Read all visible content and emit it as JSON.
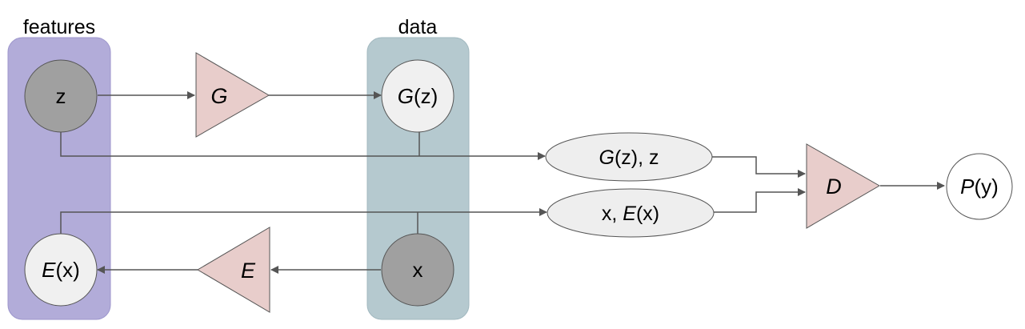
{
  "groups": {
    "features": {
      "label": "features",
      "fill": "#b2acd9",
      "stroke": "#9d96cc"
    },
    "data": {
      "label": "data",
      "fill": "#b5c9cf",
      "stroke": "#a1b8bf"
    }
  },
  "nodes": {
    "z": {
      "text": "z",
      "fill": "#a0a0a0"
    },
    "g_of_z": {
      "italic": "G",
      "rest": "(z)",
      "fill": "#f0f0f0"
    },
    "x": {
      "text": "x",
      "fill": "#a0a0a0"
    },
    "e_of_x": {
      "italic": "E",
      "rest": "(x)",
      "fill": "#f0f0f0"
    },
    "pair_gz_z": {
      "italic": "G",
      "rest": "(z), z",
      "fill": "#eeeeee"
    },
    "pair_x_ex": {
      "pre": "x, ",
      "italic": "E",
      "rest": "(x)",
      "fill": "#eeeeee"
    },
    "p_of_y": {
      "italic": "P",
      "rest": "(y)",
      "fill": "#ffffff"
    }
  },
  "blocks": {
    "generator": {
      "text": "G",
      "fill": "#e8cdcb"
    },
    "encoder": {
      "text": "E",
      "fill": "#e8cdcb"
    },
    "discriminator": {
      "text": "D",
      "fill": "#e8cdcb"
    }
  },
  "colors": {
    "edge": "#555555",
    "node_stroke": "#555555"
  }
}
